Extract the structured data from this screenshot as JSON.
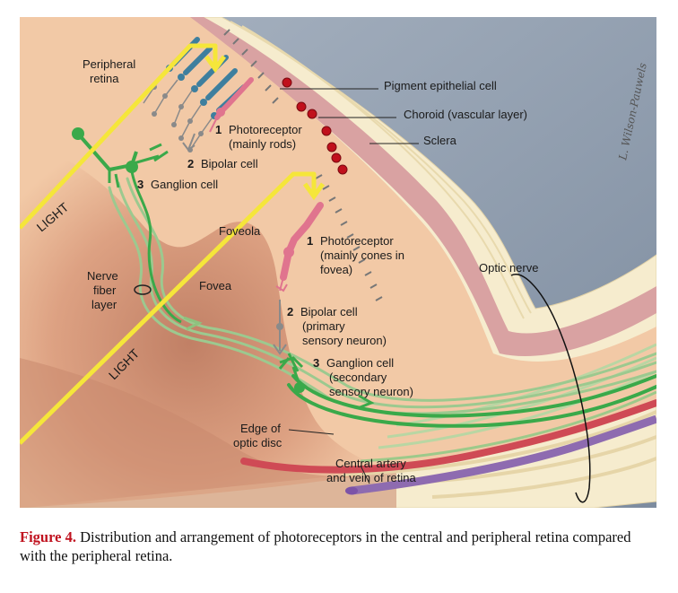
{
  "figure": {
    "labels": {
      "peripheral_retina_1": "Peripheral",
      "peripheral_retina_2": "retina",
      "pigment_epithelial": "Pigment epithelial cell",
      "choroid": "Choroid (vascular layer)",
      "sclera": "Sclera",
      "photoreceptor_top_num": "1",
      "photoreceptor_top_1": "Photoreceptor",
      "photoreceptor_top_2": "(mainly rods)",
      "bipolar_top_num": "2",
      "bipolar_top": "Bipolar cell",
      "ganglion_top_num": "3",
      "ganglion_top": "Ganglion cell",
      "light_top": "LIGHT",
      "foveola": "Foveola",
      "photoreceptor_bottom_num": "1",
      "photoreceptor_bottom_1": "Photoreceptor",
      "photoreceptor_bottom_2": "(mainly cones in",
      "photoreceptor_bottom_3": "fovea)",
      "nerve_fiber_1": "Nerve",
      "nerve_fiber_2": "fiber",
      "nerve_fiber_3": "layer",
      "fovea": "Fovea",
      "optic_nerve": "Optic nerve",
      "bipolar_bottom_num": "2",
      "bipolar_bottom_1": "Bipolar cell",
      "bipolar_bottom_2": "(primary",
      "bipolar_bottom_3": "sensory neuron)",
      "light_bottom": "LIGHT",
      "ganglion_bottom_num": "3",
      "ganglion_bottom_1": "Ganglion cell",
      "ganglion_bottom_2": "(secondary",
      "ganglion_bottom_3": "sensory neuron)",
      "edge_disc_1": "Edge of",
      "edge_disc_2": "optic disc",
      "central_artery_1": "Central artery",
      "central_artery_2": "and vein of retina",
      "signature": "L. Wilson-Pauwels"
    }
  },
  "caption": {
    "label": "Figure 4.",
    "text": " Distribution and arrangement of photoreceptors in the central and peripheral retina compared with the peripheral retina."
  },
  "colors": {
    "retina": "#f2c9a6",
    "fovea_shadow": "#d48f72",
    "background": "#9aa7b6",
    "sclera": "#f5ebcb",
    "pigment_layer": "#d7a0a0",
    "choroid_dot": "#c0101c",
    "light": "#f5e63a",
    "ganglion": "#3aa94a",
    "rod": "#3e7f9e",
    "cone": "#e0748e",
    "caption_label": "#c0121f"
  }
}
